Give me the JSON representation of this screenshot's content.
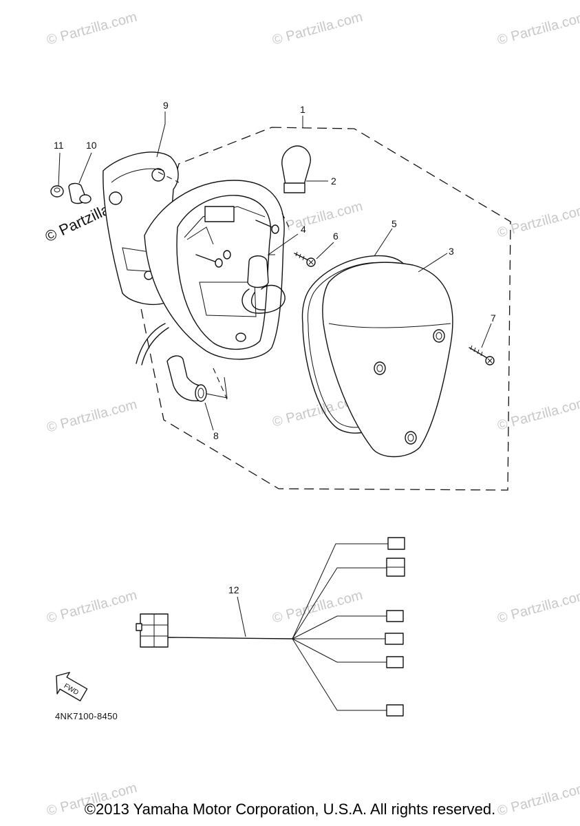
{
  "watermark": "© Partzilla.com",
  "callouts": {
    "c1": "1",
    "c2": "2",
    "c3": "3",
    "c4": "4",
    "c5": "5",
    "c6": "6",
    "c7": "7",
    "c8": "8",
    "c9": "9",
    "c10": "10",
    "c11": "11",
    "c12": "12"
  },
  "direction_tag": "FWD",
  "part_code": "4NK7100-8450",
  "copyright": "©2013 Yamaha Motor Corporation, U.S.A. All rights reserved."
}
